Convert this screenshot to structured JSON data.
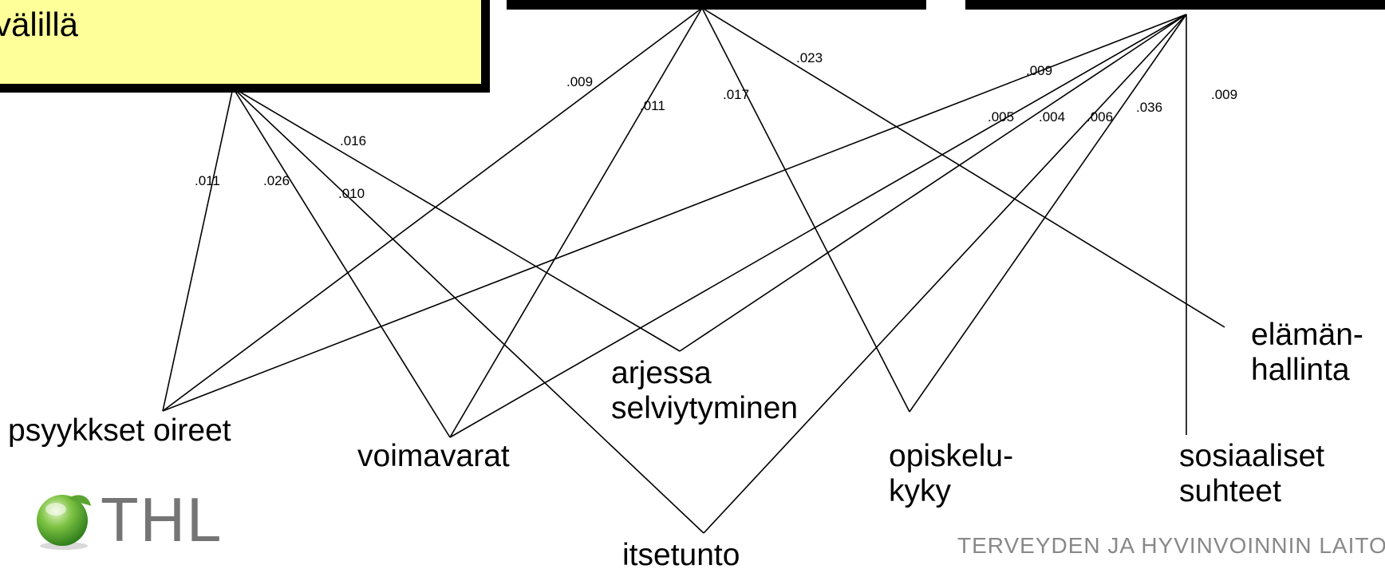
{
  "header": {
    "title_fragment": "välillä"
  },
  "nodes": {
    "psyykkset_oireet": [
      "psyykkset oireet"
    ],
    "voimavarat": [
      "voimavarat"
    ],
    "arjessa_selviytyminen": [
      "arjessa",
      "selviytyminen"
    ],
    "itsetunto": [
      "itsetunto"
    ],
    "opiskelukyky": [
      "opiskelu-",
      "kyky"
    ],
    "elamanhallinta": [
      "elämän-",
      "hallinta"
    ],
    "sosiaaliset_suhteet": [
      "sosiaaliset",
      "suhteet"
    ]
  },
  "edges": [
    {
      "from": "left_group",
      "to": "psyykkset_oireet",
      "weight": ".011"
    },
    {
      "from": "left_group",
      "to": "voimavarat",
      "weight": ".026"
    },
    {
      "from": "left_group",
      "to": "itsetunto",
      "weight": ".010"
    },
    {
      "from": "left_group",
      "to": "arjessa_selviytyminen",
      "weight": ".016"
    },
    {
      "from": "middle_group",
      "to": "psyykkset_oireet",
      "weight": ".009"
    },
    {
      "from": "middle_group",
      "to": "voimavarat",
      "weight": ".011"
    },
    {
      "from": "middle_group",
      "to": "opiskelukyky",
      "weight": ".017"
    },
    {
      "from": "middle_group",
      "to": "elamanhallinta",
      "weight": ".023"
    },
    {
      "from": "right_group",
      "to": "psyykkset_oireet",
      "weight": ".009"
    },
    {
      "from": "right_group",
      "to": "voimavarat",
      "weight": ".005"
    },
    {
      "from": "right_group",
      "to": "arjessa_selviytyminen",
      "weight": ".004"
    },
    {
      "from": "right_group",
      "to": "itsetunto",
      "weight": ".006"
    },
    {
      "from": "right_group",
      "to": "opiskelukyky",
      "weight": ".036"
    },
    {
      "from": "right_group",
      "to": "sosiaaliset_suhteet",
      "weight": ".009"
    }
  ],
  "logo": {
    "text": "THL"
  },
  "footer": {
    "text": "TERVEYDEN JA HYVINVOINNIN LAITO"
  }
}
